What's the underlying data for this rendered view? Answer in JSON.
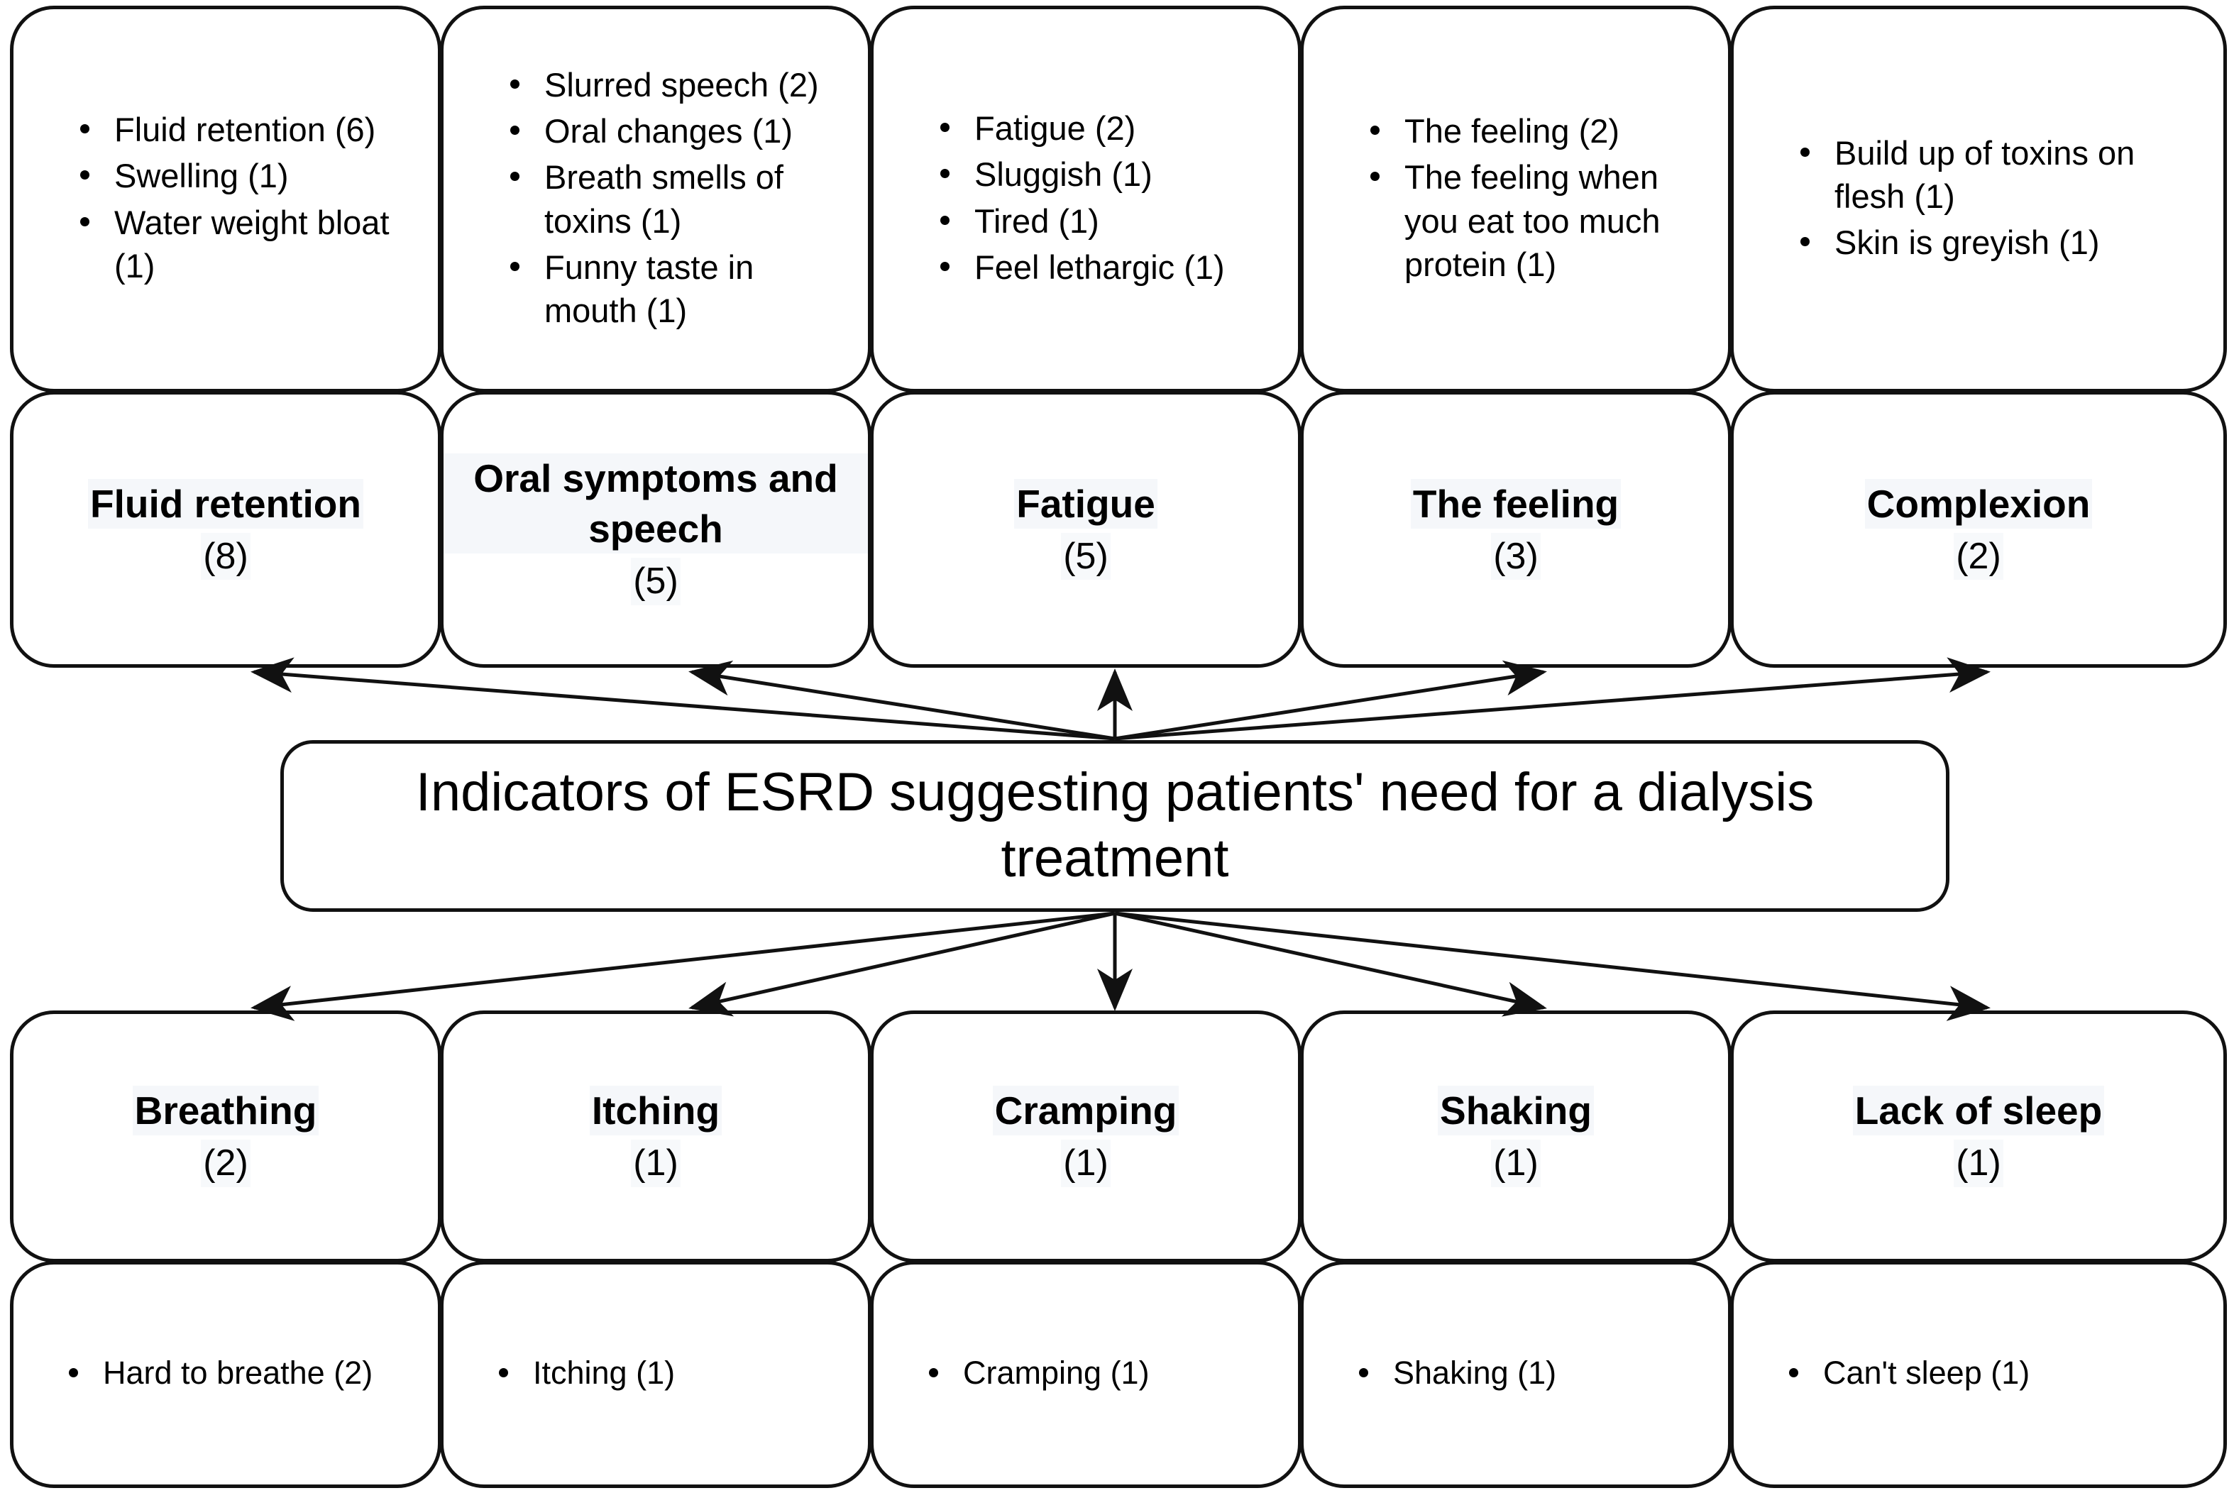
{
  "diagram": {
    "center": {
      "text": "Indicators of ESRD suggesting patients' need for a dialysis treatment"
    },
    "top_detail_boxes": [
      {
        "items": [
          "Fluid retention (6)",
          "Swelling (1)",
          "Water weight bloat (1)"
        ]
      },
      {
        "items": [
          "Slurred speech (2)",
          "Oral changes (1)",
          "Breath smells of toxins (1)",
          "Funny taste in mouth (1)"
        ]
      },
      {
        "items": [
          "Fatigue (2)",
          "Sluggish (1)",
          "Tired (1)",
          "Feel lethargic (1)"
        ]
      },
      {
        "items": [
          "The feeling (2)",
          "The feeling when you eat too much protein (1)"
        ]
      },
      {
        "items": [
          "Build up of toxins on flesh (1)",
          "Skin is greyish (1)"
        ]
      }
    ],
    "top_categories": [
      {
        "title": "Fluid retention",
        "count": "(8)"
      },
      {
        "title": "Oral symptoms and speech",
        "count": "(5)"
      },
      {
        "title": "Fatigue",
        "count": "(5)"
      },
      {
        "title": "The feeling",
        "count": "(3)"
      },
      {
        "title": "Complexion",
        "count": "(2)"
      }
    ],
    "bottom_categories": [
      {
        "title": "Breathing",
        "count": "(2)"
      },
      {
        "title": "Itching",
        "count": "(1)"
      },
      {
        "title": "Cramping",
        "count": "(1)"
      },
      {
        "title": "Shaking",
        "count": "(1)"
      },
      {
        "title": "Lack of sleep",
        "count": "(1)"
      }
    ],
    "bottom_detail_boxes": [
      {
        "items": [
          "Hard to breathe (2)"
        ]
      },
      {
        "items": [
          "Itching (1)"
        ]
      },
      {
        "items": [
          "Cramping (1)"
        ]
      },
      {
        "items": [
          "Shaking (1)"
        ]
      },
      {
        "items": [
          "Can't sleep (1)"
        ]
      }
    ],
    "colors": {
      "stroke": "#111111",
      "background": "#ffffff",
      "text": "#000000",
      "highlight": "#f5f7fa"
    }
  }
}
